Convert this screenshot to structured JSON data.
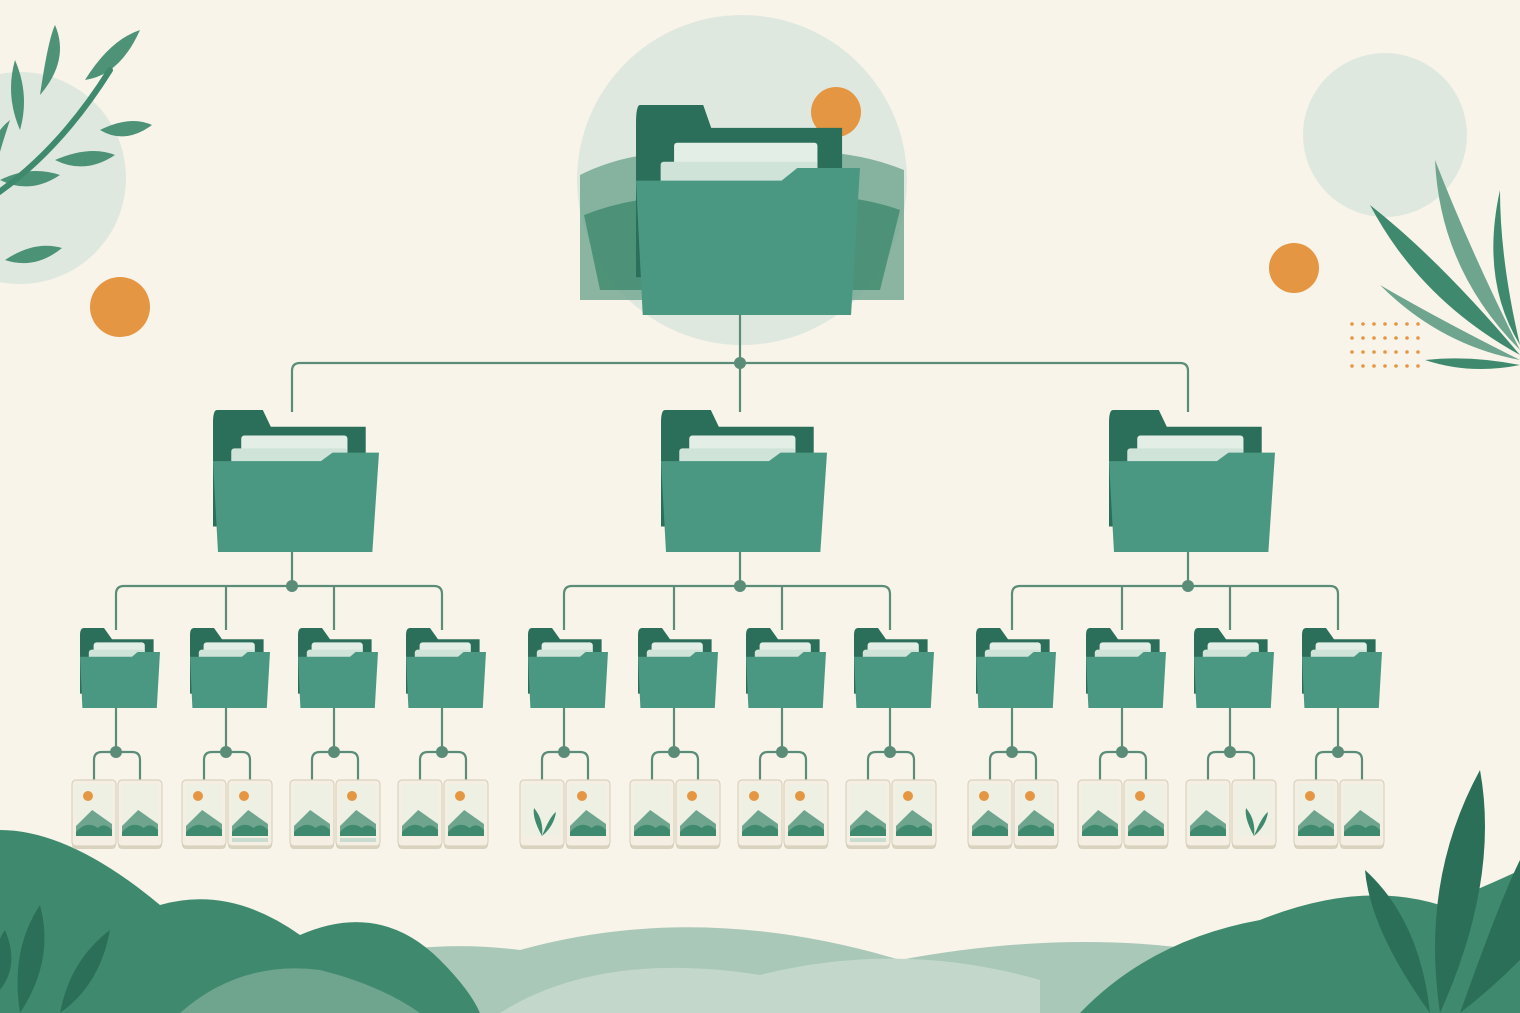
{
  "palette": {
    "background": "#f8f4ea",
    "folder_dark": "#2f7a64",
    "folder_back": "#2b6e59",
    "folder_mid": "#4a9882",
    "folder_front": "#3f8a74",
    "paper": "#cfe3d8",
    "paper_light": "#e3eee6",
    "connector": "#5a8c78",
    "accent_orange": "#e49642",
    "pale_circle": "#dfe8df",
    "hill_dark": "#3f8a6e",
    "hill_mid": "#6fa58e",
    "hill_light": "#a9c8b8",
    "photo_frame": "#f4efe2",
    "photo_border": "#d9d2bf"
  },
  "diagram": {
    "type": "folder-hierarchy",
    "levels": [
      {
        "level": "root",
        "icon": "folder-icon",
        "count": 1
      },
      {
        "level": "category",
        "icon": "folder-icon",
        "count": 3
      },
      {
        "level": "subfolder",
        "icon": "folder-icon",
        "count": 12,
        "per_parent": 4
      },
      {
        "level": "file",
        "icon": "photo-icon",
        "count": 24,
        "per_parent": 2
      }
    ],
    "photo_variants": [
      [
        "sun-mountain",
        "mountain"
      ],
      [
        "sun-mountain",
        "sun-mountain-strip"
      ],
      [
        "mountain",
        "sun-lake"
      ],
      [
        "mountain",
        "sun-mountain"
      ],
      [
        "plant",
        "sun-mountain"
      ],
      [
        "mountain",
        "sun-mountain"
      ],
      [
        "sun-mountain",
        "sun-mountain"
      ],
      [
        "lake",
        "sun-mountain"
      ],
      [
        "sun-mountain",
        "sun-mountain"
      ],
      [
        "mountain",
        "sun-mountain"
      ],
      [
        "mountain",
        "plant"
      ],
      [
        "sun-mountain",
        "mountain"
      ]
    ]
  },
  "decorations": [
    "leaf-branch-icon",
    "leaf-cluster-icon",
    "sun-dot-icon",
    "dot-grid-icon",
    "rolling-hills"
  ]
}
